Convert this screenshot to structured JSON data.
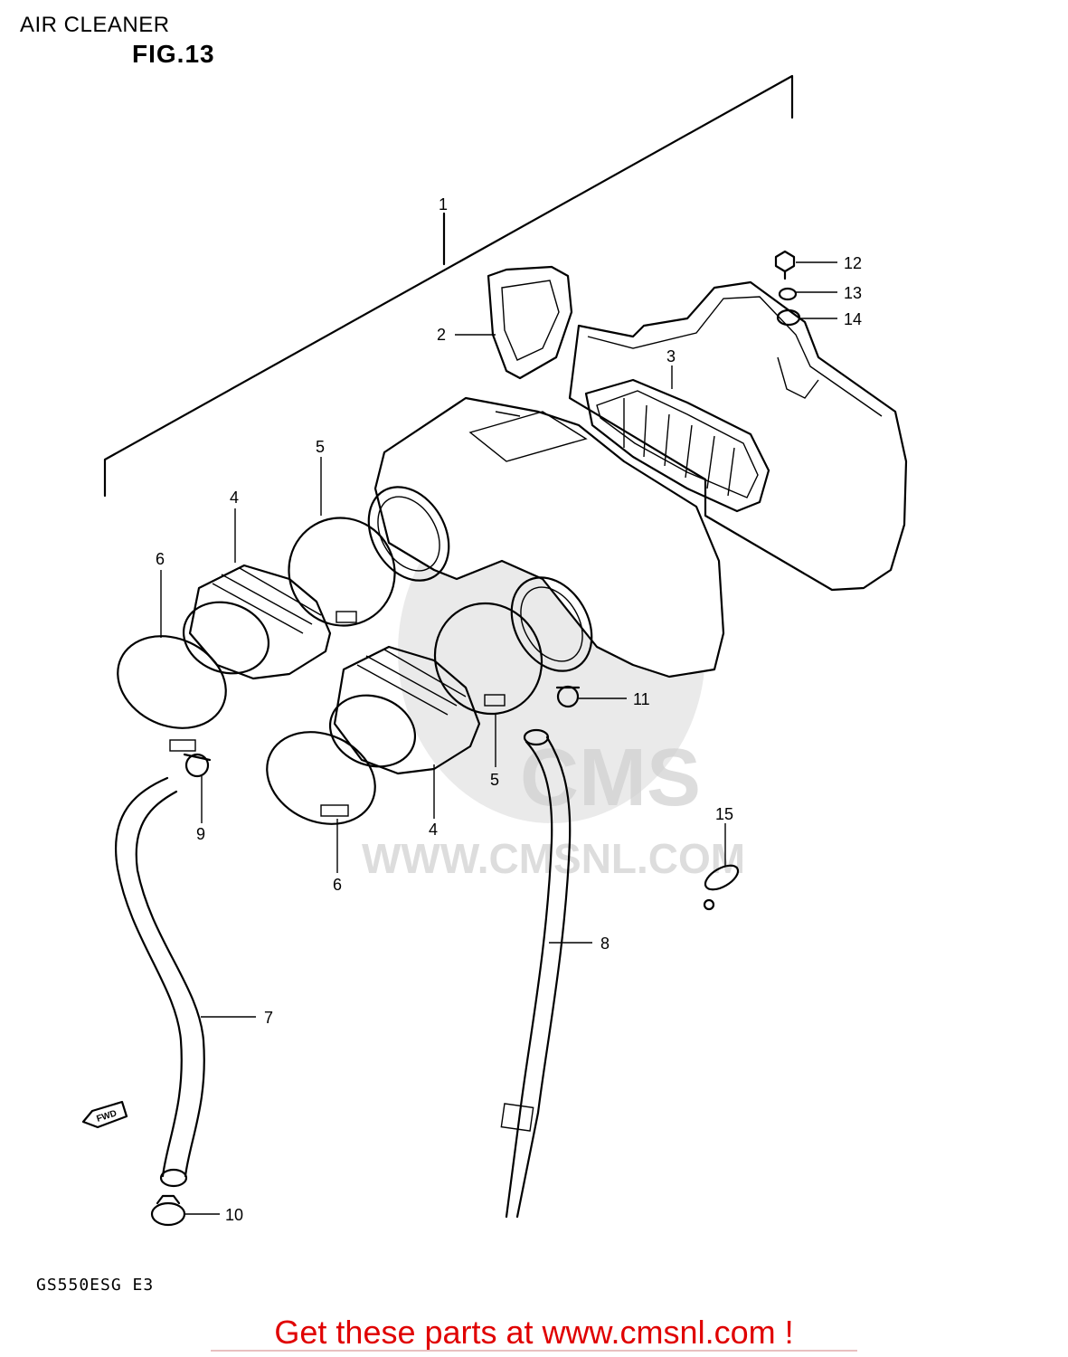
{
  "header": {
    "title": "AIR CLEANER",
    "figure": "FIG.13"
  },
  "footer": {
    "model": "GS550ESG E3",
    "cta": "Get these parts at www.cmsnl.com !"
  },
  "watermark": {
    "brand": "CMS",
    "url": "WWW.CMSNL.COM"
  },
  "fwd_label": "FWD",
  "callouts": {
    "c1": "1",
    "c2": "2",
    "c3": "3",
    "c4a": "4",
    "c4b": "4",
    "c5a": "5",
    "c5b": "5",
    "c6a": "6",
    "c6b": "6",
    "c7": "7",
    "c8": "8",
    "c9": "9",
    "c10": "10",
    "c11": "11",
    "c12": "12",
    "c13": "13",
    "c14": "14",
    "c15": "15"
  }
}
